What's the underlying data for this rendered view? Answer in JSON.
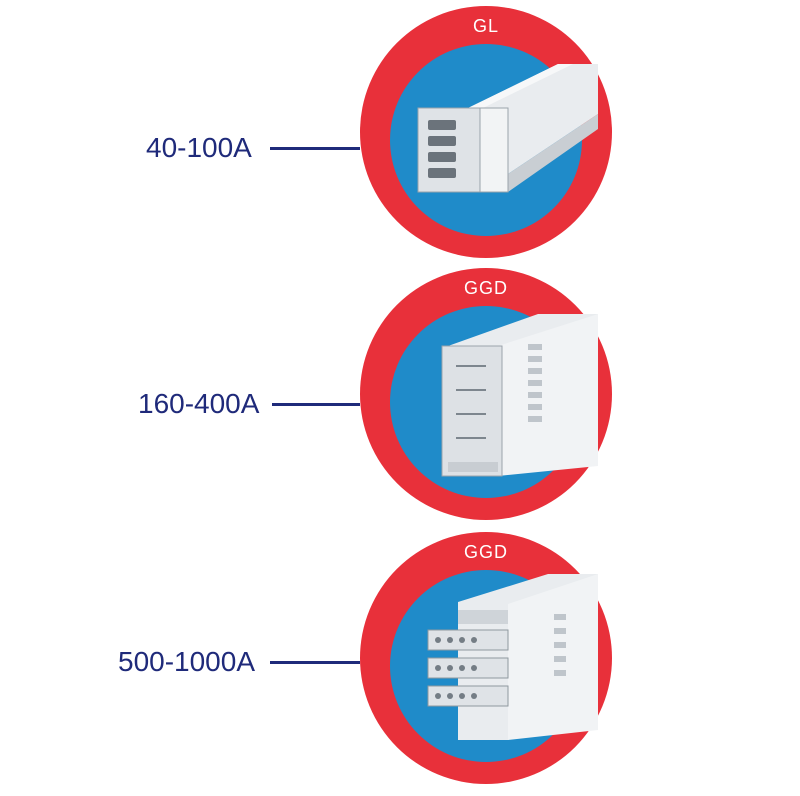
{
  "colors": {
    "ring": "#e8303a",
    "inner": "#1f8bc9",
    "label": "#1f2a7a",
    "busbar": "#e6e9ec"
  },
  "products": [
    {
      "series": "GL",
      "rating": "40-100A",
      "icon": "busbar-gl-icon"
    },
    {
      "series": "GGD",
      "rating": "160-400A",
      "icon": "busbar-ggd-medium-icon"
    },
    {
      "series": "GGD",
      "rating": "500-1000A",
      "icon": "busbar-ggd-large-icon"
    }
  ]
}
